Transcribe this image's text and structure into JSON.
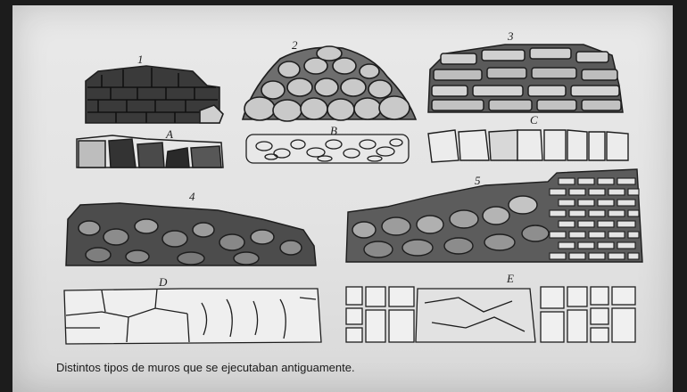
{
  "figure": {
    "labels": {
      "one": "1",
      "two": "2",
      "three": "3",
      "four": "4",
      "five": "5",
      "a": "A",
      "b": "B",
      "c": "C",
      "d": "D",
      "e": "E"
    },
    "caption": "Distintos tipos de muros que se ejecutaban antiguamente."
  }
}
